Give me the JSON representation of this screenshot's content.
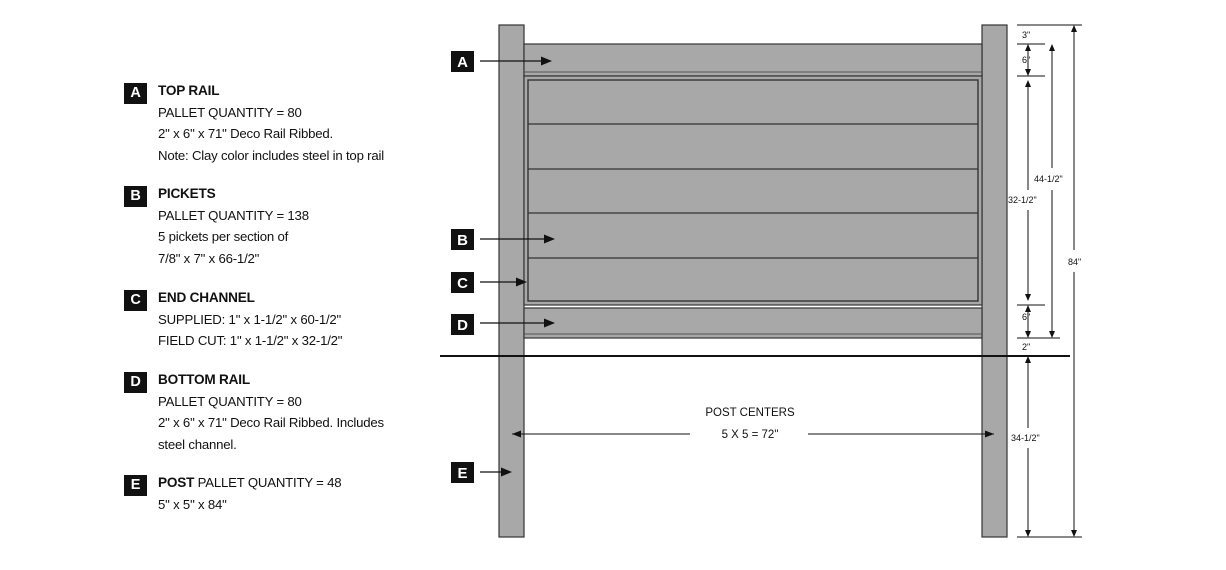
{
  "legend": {
    "a": {
      "letter": "A",
      "title": "TOP RAIL",
      "lines": [
        "PALLET QUANTITY = 80",
        "2\" x 6\" x 71\" Deco Rail Ribbed.",
        "Note: Clay color includes steel in top rail"
      ]
    },
    "b": {
      "letter": "B",
      "title": "PICKETS",
      "lines": [
        "PALLET QUANTITY = 138",
        "5 pickets per section of",
        "7/8\" x 7\" x 66-1/2\""
      ]
    },
    "c": {
      "letter": "C",
      "title": "END CHANNEL",
      "lines": [
        "SUPPLIED: 1\" x 1-1/2\" x 60-1/2\"",
        "FIELD CUT: 1\" x 1-1/2\" x 32-1/2\""
      ]
    },
    "d": {
      "letter": "D",
      "title": "BOTTOM RAIL",
      "lines": [
        "PALLET QUANTITY = 80",
        "2\" x 6\" x 71\" Deco Rail Ribbed. Includes",
        "steel channel."
      ]
    },
    "e": {
      "letter": "E",
      "title": "POST",
      "title_rest": " PALLET QUANTITY = 48",
      "lines": [
        "5\" x 5\" x 84\""
      ]
    }
  },
  "callouts": [
    "A",
    "B",
    "C",
    "D",
    "E"
  ],
  "post_centers": {
    "line1": "POST CENTERS",
    "line2": "5 X 5 = 72\""
  },
  "dimensions": {
    "top_gap": "3\"",
    "top_rail": "6\"",
    "pickets": "32-1/2\"",
    "bottom_rail": "6\"",
    "ground_gap": "2\"",
    "above_ground": "44-1/2\"",
    "below_ground": "34-1/2\"",
    "overall": "84\""
  },
  "colors": {
    "fence_fill": "#a8a8a8",
    "outline": "#333333",
    "badge": "#111111",
    "text": "#111111"
  }
}
